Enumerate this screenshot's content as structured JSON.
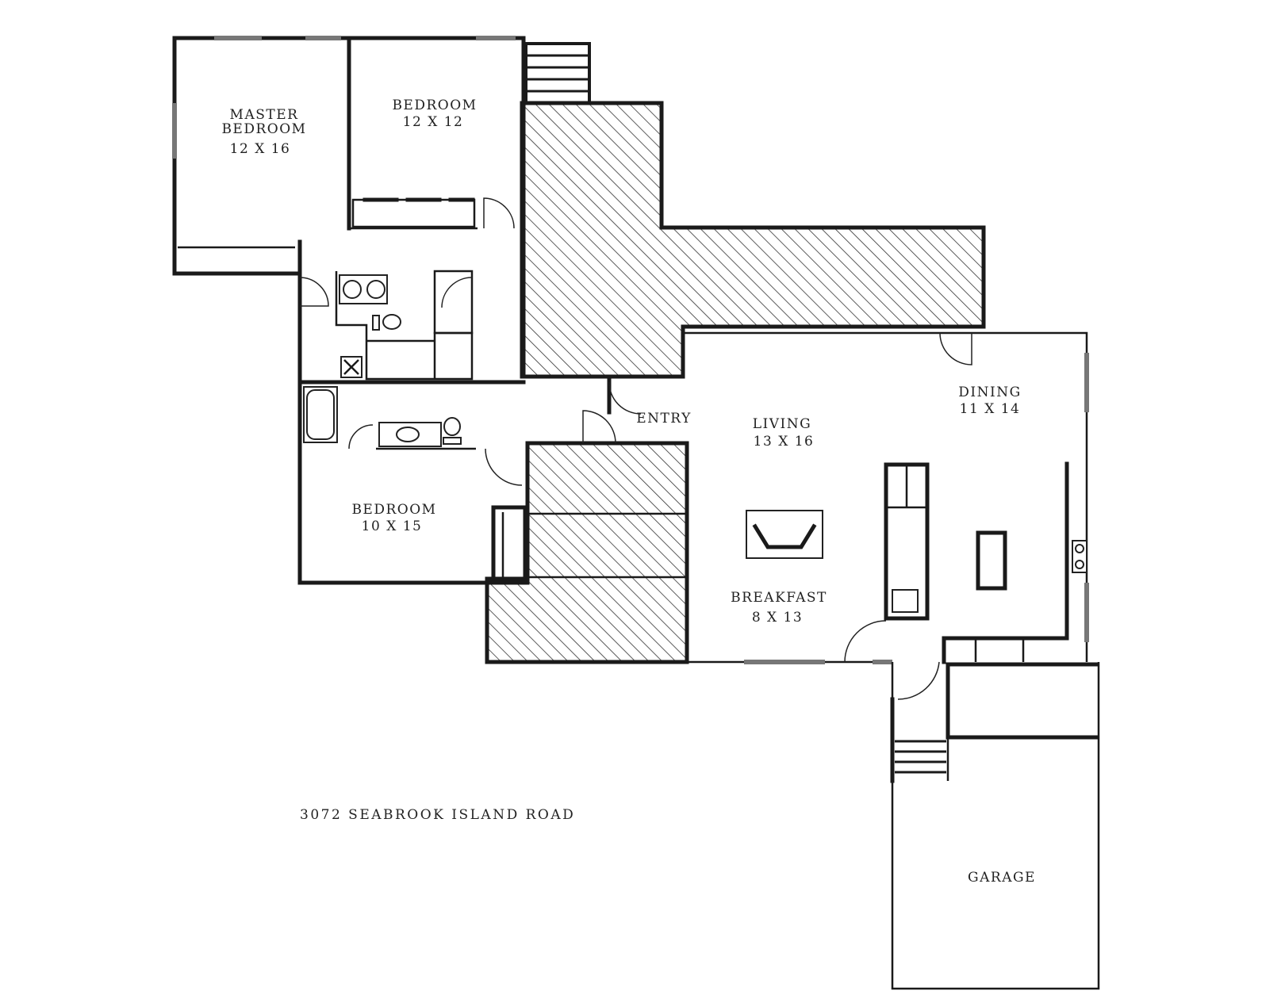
{
  "plan": {
    "address": "3072 SEABROOK ISLAND ROAD",
    "rooms": {
      "master_bedroom": {
        "name_line1": "MASTER",
        "name_line2": "BEDROOM",
        "size": "12 X 16"
      },
      "bedroom_2": {
        "name": "BEDROOM",
        "size": "12 X 12"
      },
      "bedroom_3": {
        "name": "BEDROOM",
        "size": "10 X 15"
      },
      "living": {
        "name": "LIVING",
        "size": "13 X 16"
      },
      "dining": {
        "name": "DINING",
        "size": "11 X 14"
      },
      "breakfast": {
        "name": "BREAKFAST",
        "size": "8 X 13"
      },
      "entry": {
        "name": "ENTRY"
      },
      "garage": {
        "name": "GARAGE"
      }
    }
  }
}
